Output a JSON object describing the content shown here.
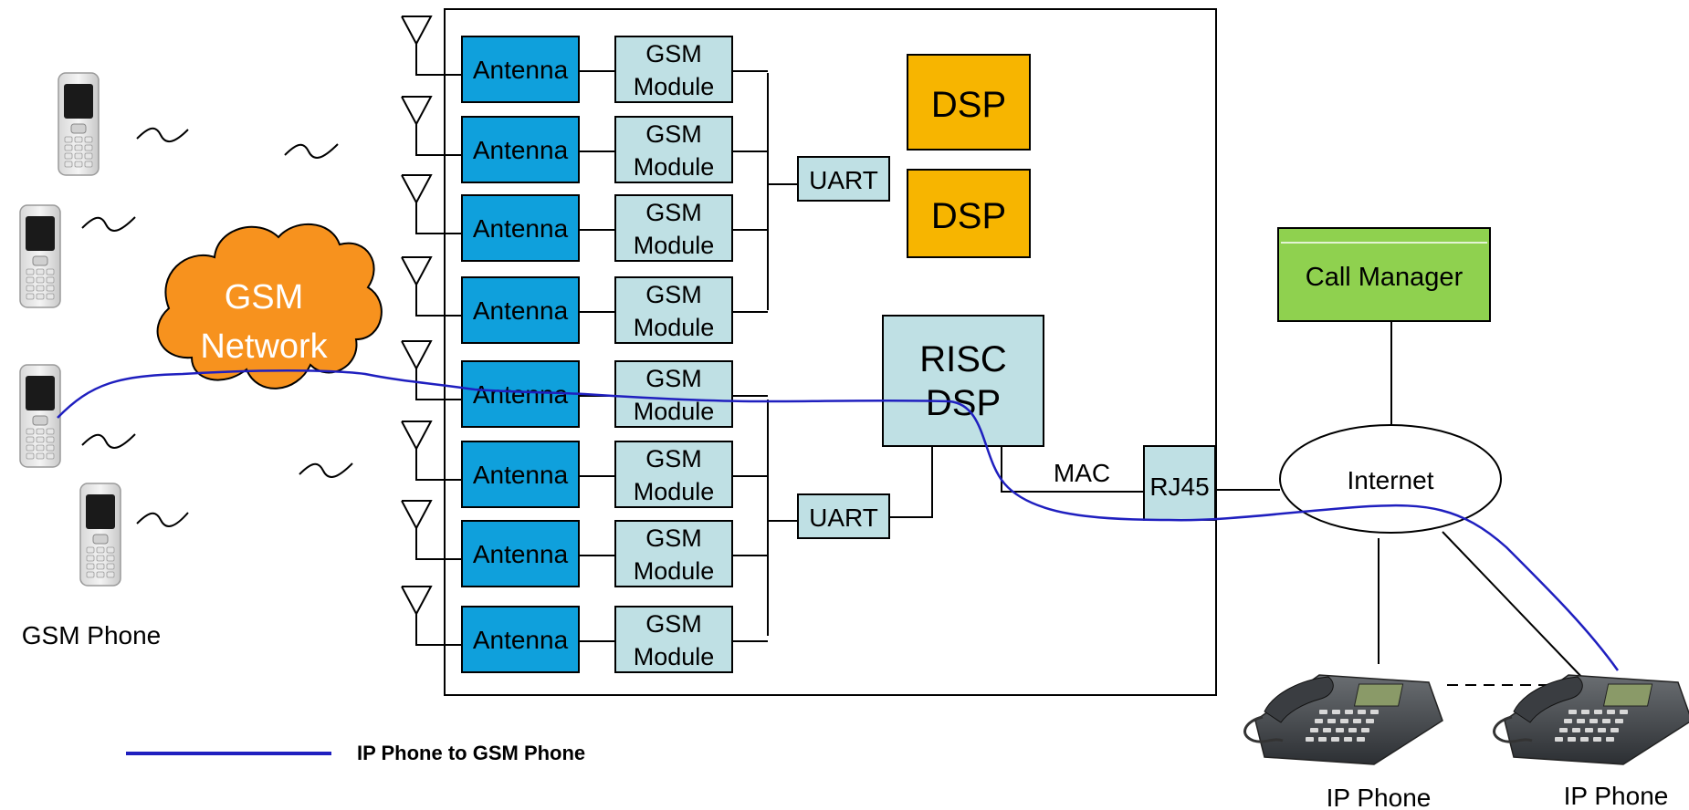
{
  "antennas": [
    {
      "label": "Antenna",
      "module": [
        "GSM",
        "Module"
      ]
    },
    {
      "label": "Antenna",
      "module": [
        "GSM",
        "Module"
      ]
    },
    {
      "label": "Antenna",
      "module": [
        "GSM",
        "Module"
      ]
    },
    {
      "label": "Antenna",
      "module": [
        "GSM",
        "Module"
      ]
    },
    {
      "label": "Antenna",
      "module": [
        "GSM",
        "Module"
      ]
    },
    {
      "label": "Antenna",
      "module": [
        "GSM",
        "Module"
      ]
    },
    {
      "label": "Antenna",
      "module": [
        "GSM",
        "Module"
      ]
    },
    {
      "label": "Antenna",
      "module": [
        "GSM",
        "Module"
      ]
    }
  ],
  "uart_top": "UART",
  "uart_bottom": "UART",
  "dsp_1": "DSP",
  "dsp_2": "DSP",
  "risc_dsp": [
    "RISC",
    "DSP"
  ],
  "mac": "MAC",
  "rj45": "RJ45",
  "call_manager": "Call Manager",
  "internet": "Internet",
  "gsm_network": [
    "GSM",
    "Network"
  ],
  "gsm_phone_label": "GSM Phone",
  "ip_phone_label_1": "IP Phone",
  "ip_phone_label_2": "IP Phone",
  "legend": "IP Phone to GSM Phone",
  "colors": {
    "antenna": "#0fa0dc",
    "module": "#bfe0e4",
    "dsp": "#f7b500",
    "risc": "#bfe0e4",
    "call_manager": "#8fd14f",
    "cloud": "#f7921e",
    "path": "#1f1fbf"
  }
}
